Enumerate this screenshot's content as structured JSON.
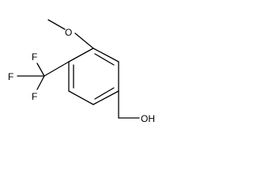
{
  "atoms": {
    "methoxy_oxygen": "O",
    "fluorine_top": "F",
    "fluorine_left": "F",
    "fluorine_bottom": "F",
    "hydroxyl": "OH"
  },
  "colors": {
    "bond": "#000000",
    "label": "#000000",
    "background": "#ffffff"
  }
}
